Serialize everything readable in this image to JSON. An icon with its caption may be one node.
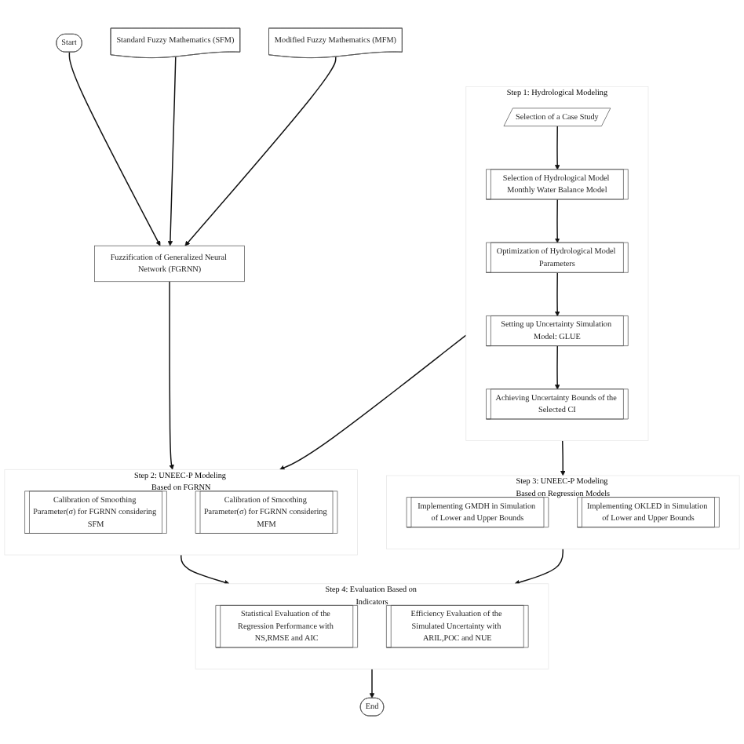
{
  "diagram": {
    "nodes": [
      {
        "text": [
          "Start"
        ]
      },
      {
        "text": [
          "Standard Fuzzy Mathematics (SFM)"
        ]
      },
      {
        "text": [
          "Fuzzification of Generalized Neural Network (FGRNN)"
        ]
      },
      {
        "text": [
          "Modified Fuzzy Mathematics (MFM)"
        ]
      },
      {
        "text": [
          "Step 1: Hydrological Modeling"
        ]
      },
      {
        "text": [
          "Selection of a Case Study"
        ],
        "in": 4
      },
      {
        "text": [
          "Selection of Hydrological Model Monthly Water Balance Model"
        ],
        "in": 4
      },
      {
        "text": [
          "Optimization of Hydrological Model Parameters"
        ],
        "in": 4
      },
      {
        "text": [
          "Setting up Uncertainty Simulation Model: GLUE"
        ],
        "in": 4
      },
      {
        "text": [
          "Achieving Uncertainty Bounds of the Selected CI"
        ],
        "in": 4
      },
      {
        "text": [
          "Step 2: UNEEC-P Modeling Based on FGRNN"
        ]
      },
      {
        "text": [
          "Calibration of Smoothing Parameter(σ) for FGRNN considering SFM"
        ],
        "in": 10
      },
      {
        "text": [
          "Calibration of Smoothing Parameter(σ) for FGRNN considering MFM"
        ],
        "in": 10
      },
      {
        "text": [
          "Step 3: UNEEC-P Modeling Based on Regression Models"
        ]
      },
      {
        "text": [
          "Implementing GMDH in Simulation of Lower and Upper Bounds"
        ],
        "in": 13
      },
      {
        "text": [
          "Implementing OKLED in Simulation of Lower and Upper Bounds"
        ],
        "in": 13
      },
      {
        "text": [
          "Step 4: Evaluation Based on Indicators"
        ]
      },
      {
        "text": [
          "Statistical Evaluation of the Regression Performance with NS,RMSE and AIC"
        ],
        "in": 16
      },
      {
        "text": [
          "Efficiency Evaluation of the Simulated Uncertainty with ARIL,POC and NUE"
        ],
        "in": 16
      },
      {
        "text": [
          "End"
        ]
      }
    ],
    "edges": [
      {
        "from": 0,
        "to": 2,
        "arrow": "to"
      },
      {
        "from": 1,
        "to": 2,
        "arrow": "to"
      },
      {
        "from": 3,
        "to": 2,
        "arrow": "to"
      },
      {
        "from": 2,
        "to": 10,
        "arrow": "to"
      },
      {
        "from": 5,
        "to": 6,
        "arrow": "to"
      },
      {
        "from": 6,
        "to": 7,
        "arrow": "to"
      },
      {
        "from": 7,
        "to": 8,
        "arrow": "to"
      },
      {
        "from": 8,
        "to": 9,
        "arrow": "to"
      },
      {
        "from": 4,
        "to": 10,
        "arrow": "to"
      },
      {
        "from": 4,
        "to": 13,
        "arrow": "to"
      },
      {
        "from": 10,
        "to": 16,
        "arrow": "to"
      },
      {
        "from": 13,
        "to": 16,
        "arrow": "to"
      },
      {
        "from": 16,
        "to": 19,
        "arrow": "to"
      }
    ]
  }
}
